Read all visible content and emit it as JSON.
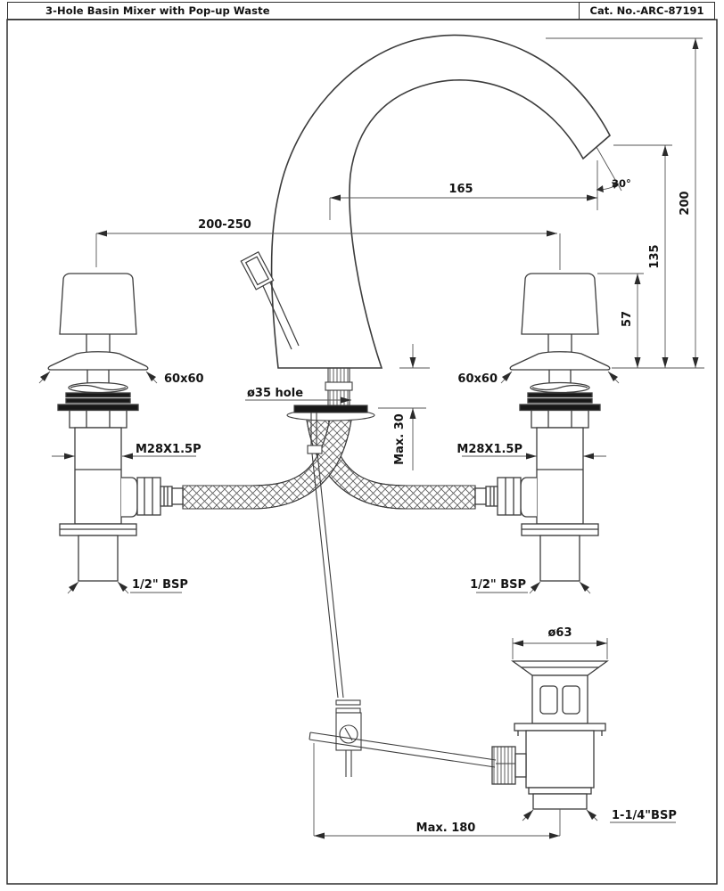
{
  "header": {
    "title": "3-Hole Basin Mixer with Pop-up Waste",
    "catalog": "Cat. No.-ARC-87191"
  },
  "dims": {
    "spout_reach": "165",
    "spout_angle": "30°",
    "overall_height": "200",
    "spout_height": "135",
    "handle_height": "57",
    "hole_spacing": "200-250",
    "handle_base_left": "60x60",
    "handle_base_right": "60x60",
    "hole_dia": "ø35 hole",
    "max_deck": "Max. 30",
    "thread_left": "M28X1.5P",
    "thread_right": "M28X1.5P",
    "inlet_left": "1/2\" BSP",
    "inlet_right": "1/2\" BSP",
    "waste_flange_dia": "ø63",
    "waste_thread": "1-1/4\"BSP",
    "rod_reach": "Max. 180"
  }
}
